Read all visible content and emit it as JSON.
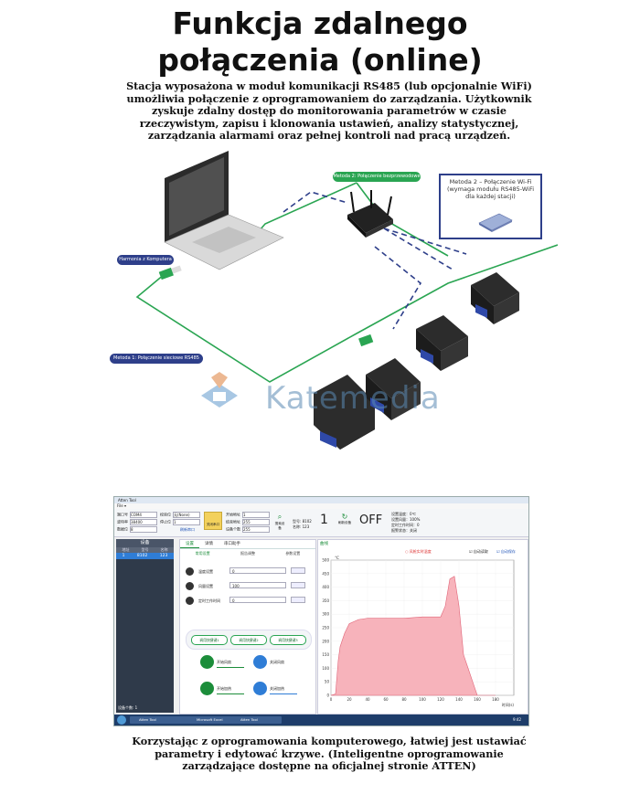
{
  "title_line1": "Funkcja zdalnego",
  "title_line2": "połączenia (online)",
  "intro": "Stacja wyposażona w moduł komunikacji RS485 (lub opcjonalnie WiFi) umożliwia połączenie z oprogramowaniem do zarządzania. Użytkownik zyskuje zdalny dostęp do monitorowania parametrów w czasie rzeczywistym, zapisu i klonowania ustawień, analizy statystycznej, zarządzania alarmami oraz pełnej kontroli nad pracą urządzeń.",
  "diagram": {
    "label_computer": "Harmonia z Komputera",
    "label_wireless": "Metoda 2: Połączenie bezprzewodowe",
    "label_rs485": "Metoda 1: Połączenie sieciowe RS485",
    "wifi_note": "Metoda 2 – Połączenie Wi-Fi (wymaga modułu RS485-WiFi dla każdej stacji)",
    "watermark": "Katemedia"
  },
  "software": {
    "window_title": "Atten Tool",
    "menu": "File ▾",
    "toolbar": {
      "port_label": "端口号",
      "port_value": "COM4",
      "baud_label": "波特率",
      "baud_value": "38400",
      "data_label": "数据位",
      "data_value": "8",
      "parity_label": "校验位",
      "parity_value": "无(None)",
      "stop_label": "停止位",
      "stop_value": "1",
      "open_port": "关闭串口",
      "port_helper": "刷新串口",
      "start_addr_label": "开始地址",
      "start_addr_value": "1",
      "end_addr_label": "结束地址",
      "end_addr_value": "255",
      "device_count_label": "设备个数",
      "device_count_value": "255",
      "search": "搜索设备",
      "model_label": "型号: 8102",
      "name_label": "名称: 123",
      "big_number": "1",
      "refresh": "刷新设备",
      "state": "OFF",
      "temp_set": "设置温度：0℃",
      "wind_set": "设置风量：100%",
      "timer_set": "定时工作时间：0",
      "note": "报警状态：关闭"
    },
    "left_panel": {
      "header": "设备",
      "columns": [
        "地址",
        "型号",
        "名称"
      ],
      "row": [
        "1",
        "8102",
        "123"
      ],
      "footer": "设备个数: 1"
    },
    "tabs": [
      "设置",
      "详情",
      "串口助手"
    ],
    "subtabs": [
      "常用设置",
      "报告调整",
      "参数设置"
    ],
    "settings": [
      {
        "label": "温度设置",
        "value": "0"
      },
      {
        "label": "风量设置",
        "value": "100"
      },
      {
        "label": "定时工作时间",
        "value": "0"
      }
    ],
    "presets": [
      "调用快捷键1",
      "调用快捷键2",
      "调用快捷键3"
    ],
    "actions": [
      "开始风扇",
      "关闭风扇",
      "开始加热",
      "关闭加热"
    ],
    "chart_tab": "曲线",
    "legend_items": [
      "风枪实时温度",
      "自动读取",
      "自动保存"
    ],
    "y_unit": "℃",
    "taskbar": [
      "Atten Tool",
      "Microsoft Excel",
      "Atten Tool"
    ],
    "clock": "9:42"
  },
  "caption": "Korzystając z oprogramowania komputerowego, łatwiej jest ustawiać parametry i edytować krzywe. (Inteligentne oprogramowanie zarządzające dostępne na oficjalnej stronie ATTEN)",
  "colors": {
    "green_line": "#2aa552",
    "blue_dash": "#2e3f8a",
    "curve_fill": "#f7b3bb",
    "curve_line": "#e06478"
  },
  "chart_data": {
    "type": "area",
    "x": [
      0,
      5,
      8,
      10,
      15,
      20,
      30,
      40,
      60,
      80,
      100,
      120,
      125,
      130,
      135,
      140,
      145,
      150,
      155,
      160,
      170,
      180
    ],
    "values": [
      0,
      5,
      130,
      180,
      230,
      265,
      280,
      285,
      285,
      285,
      290,
      290,
      330,
      430,
      440,
      330,
      150,
      100,
      50,
      0,
      0,
      0
    ],
    "xlim": [
      0,
      200
    ],
    "ylim": [
      0,
      500
    ],
    "xticks": [
      "0",
      "20",
      "40",
      "60",
      "80",
      "100",
      "120",
      "140",
      "160",
      "180"
    ],
    "yticks": [
      "0",
      "50",
      "100",
      "150",
      "200",
      "250",
      "300",
      "350",
      "400",
      "450",
      "500"
    ],
    "xlabel": "时间(s)",
    "ylabel": "℃",
    "grid": true
  }
}
